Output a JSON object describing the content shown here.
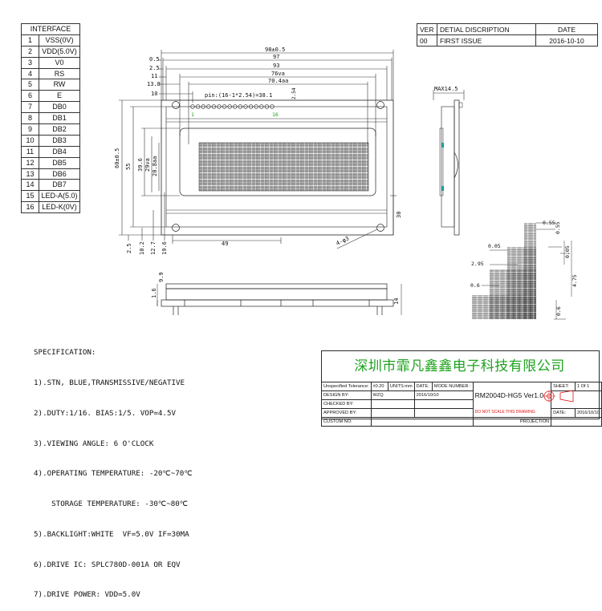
{
  "interface_table": {
    "header": "INTERFACE",
    "rows": [
      {
        "no": "1",
        "signal": "VSS(0V)"
      },
      {
        "no": "2",
        "signal": "VDD(5.0V)"
      },
      {
        "no": "3",
        "signal": "V0"
      },
      {
        "no": "4",
        "signal": "RS"
      },
      {
        "no": "5",
        "signal": "RW"
      },
      {
        "no": "6",
        "signal": "E"
      },
      {
        "no": "7",
        "signal": "DB0"
      },
      {
        "no": "8",
        "signal": "DB1"
      },
      {
        "no": "9",
        "signal": "DB2"
      },
      {
        "no": "10",
        "signal": "DB3"
      },
      {
        "no": "11",
        "signal": "DB4"
      },
      {
        "no": "12",
        "signal": "DB5"
      },
      {
        "no": "13",
        "signal": "DB6"
      },
      {
        "no": "14",
        "signal": "DB7"
      },
      {
        "no": "15",
        "signal": "LED-A(5.0)"
      },
      {
        "no": "16",
        "signal": "LED-K(0V)"
      }
    ]
  },
  "revision_table": {
    "headers": {
      "ver": "VER",
      "desc": "DETIAL DISCRIPTION",
      "date": "DATE"
    },
    "rows": [
      {
        "ver": "00",
        "desc": "FIRST ISSUE",
        "date": "2016-10-10"
      }
    ]
  },
  "dimensions": {
    "top": [
      "98±0.5",
      "97",
      "93",
      "76va",
      "70.4aa"
    ],
    "left_offsets": [
      "0.5",
      "2.5",
      "11",
      "13.8",
      "10"
    ],
    "pin_note": "pin:(16-1*2.54)=38.1",
    "pin_first": "1",
    "pin_last": "16",
    "pin_height": "2.54",
    "vertical": [
      "60±0.5",
      "55",
      "39.6",
      "29va",
      "20.8aa"
    ],
    "bottom_offsets": [
      "2.5",
      "10.2",
      "12.7",
      "19.6"
    ],
    "width_49": "49",
    "height_30": "30",
    "hole": "4-φ3",
    "side_max": "MAX14.5",
    "front_left": [
      "9.9",
      "1.6"
    ],
    "front_right": "14",
    "dot_dims": [
      "0.55",
      "0.55",
      "0.05",
      "0.05",
      "2.95",
      "4.75",
      "0.6",
      "0.6"
    ]
  },
  "specification": {
    "title": "SPECIFICATION:",
    "lines": [
      "1).STN, BLUE,TRANSMISSIVE/NEGATIVE",
      "2).DUTY:1/16. BIAS:1/5. VOP=4.5V",
      "3).VIEWING ANGLE: 6 O'CLOCK",
      "4).OPERATING TEMPERATURE: -20℃~70℃",
      "    STORAGE TEMPERATURE: -30℃~80℃",
      "5).BACKLIGHT:WHITE  VF=5.0V IF=30MA",
      "6).DRIVE IC: SPLC780D-001A OR EQV",
      "7).DRIVE POWER: VDD=5.0V"
    ]
  },
  "title_block": {
    "company": "深圳市霏凡鑫鑫电子科技有限公司",
    "unspecified_tolerance_label": "Unspecified Tolerance:",
    "tolerance": "±0.20",
    "units_label": "UNITS:mm",
    "date_label": "DATE:",
    "design_by_label": "DESIGN BY:",
    "design_by": "WZQ",
    "design_date": "2016/10/10",
    "checked_by_label": "CHECKED BY:",
    "approved_by_label": "APPROVED BY:",
    "custom_no_label": "CUSTOM NO:",
    "mode_number_label": "MODE NUMBER :",
    "mode_number": "RM2004D-HG5 Ver1.0",
    "do_not_scale": "DO NOT SCALE THIS DRAWING",
    "projection": "PROJECTION",
    "sheet_label": "SHEET:",
    "sheet": "1 Of 1",
    "date_label2": "DATE:",
    "date_value": "2016/10/10"
  },
  "colors": {
    "title_green": "#1ea31e",
    "pin_green": "#19a319",
    "teal": "#1f9c9c",
    "line": "#222222"
  }
}
